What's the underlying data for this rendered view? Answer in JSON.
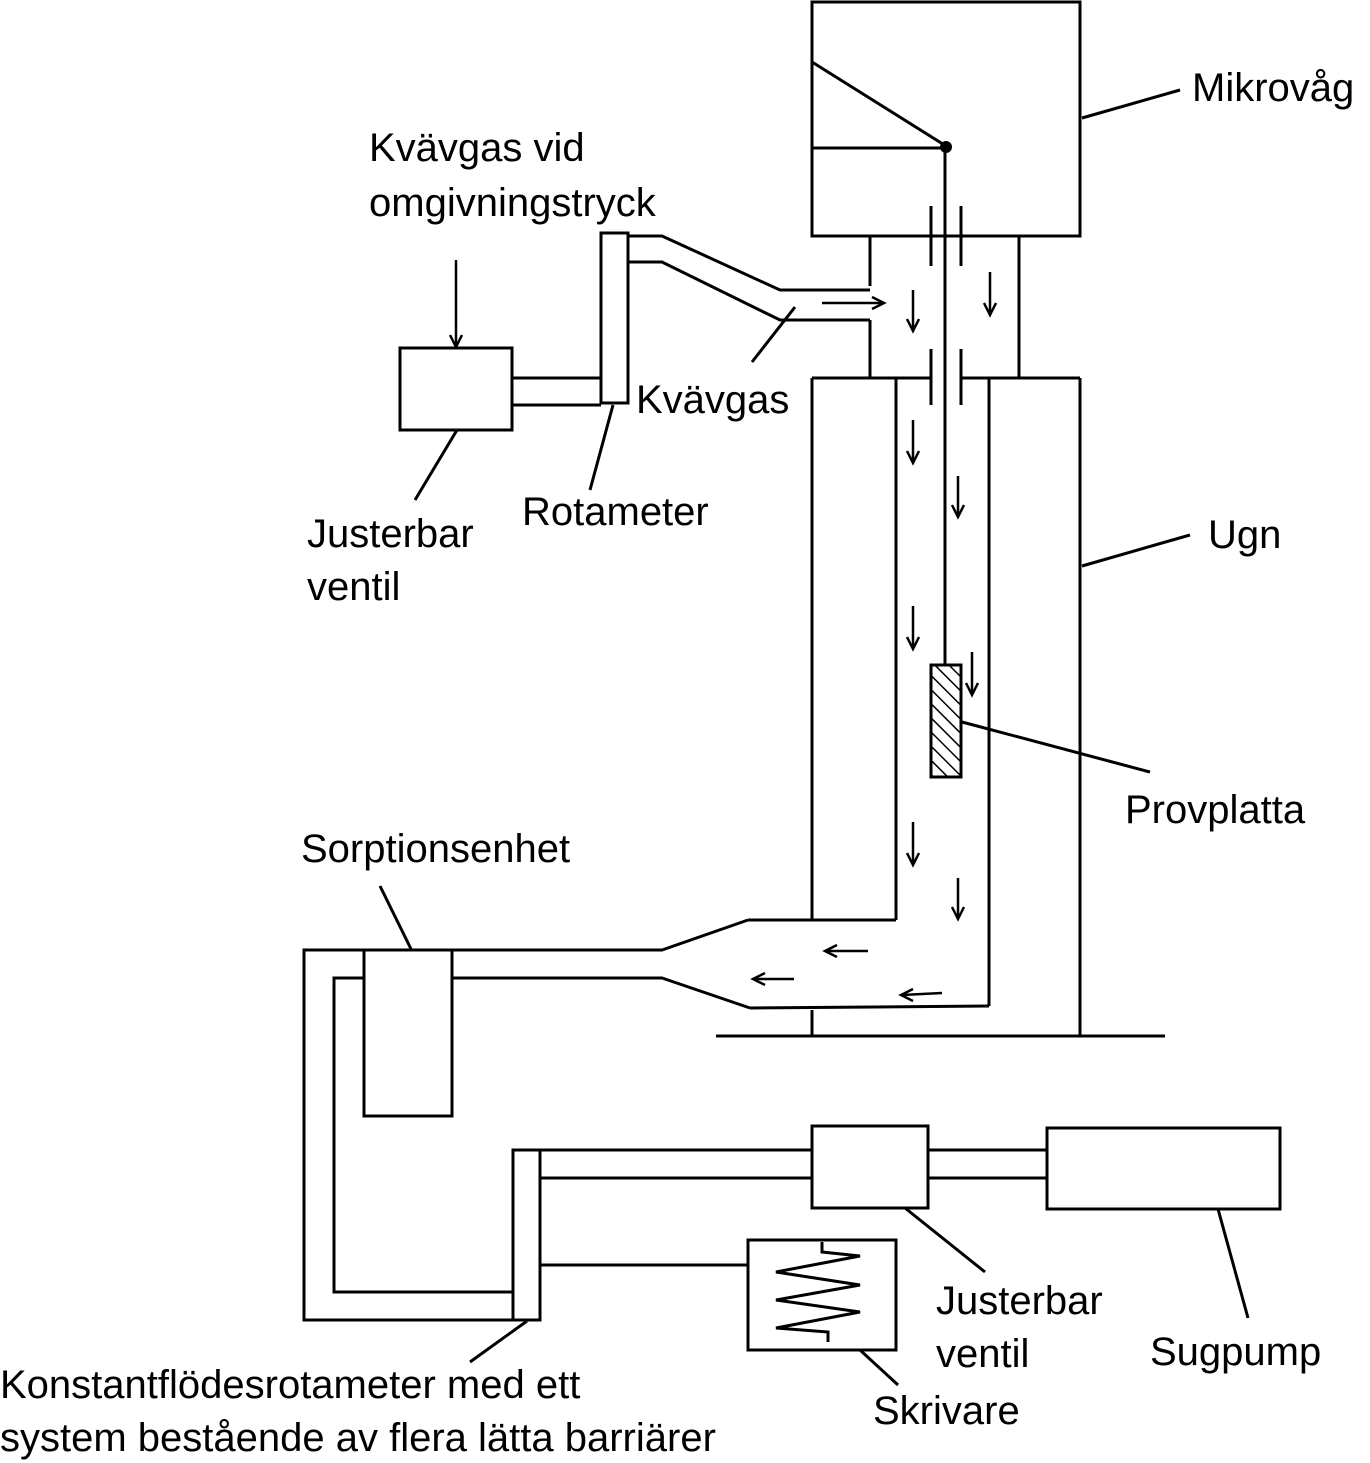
{
  "labels": {
    "mikrovag": "Mikrovåg",
    "kvavgas_vid_line1": "Kvävgas vid",
    "kvavgas_vid_line2": "omgivningstryck",
    "kvavgas": "Kvävgas",
    "rotameter": "Rotameter",
    "justerbar_ventil_top_line1": "Justerbar",
    "justerbar_ventil_top_line2": "ventil",
    "ugn": "Ugn",
    "provplatta": "Provplatta",
    "sorptionsenhet": "Sorptionsenhet",
    "justerbar_ventil_bottom_line1": "Justerbar",
    "justerbar_ventil_bottom_line2": "ventil",
    "sugpump": "Sugpump",
    "skrivare": "Skrivare",
    "konstantflodes_line1": "Konstantflödesrotameter med ett",
    "konstantflodes_line2": "system bestående av flera lätta barriärer"
  },
  "colors": {
    "line": "#000000",
    "background": "#ffffff"
  }
}
